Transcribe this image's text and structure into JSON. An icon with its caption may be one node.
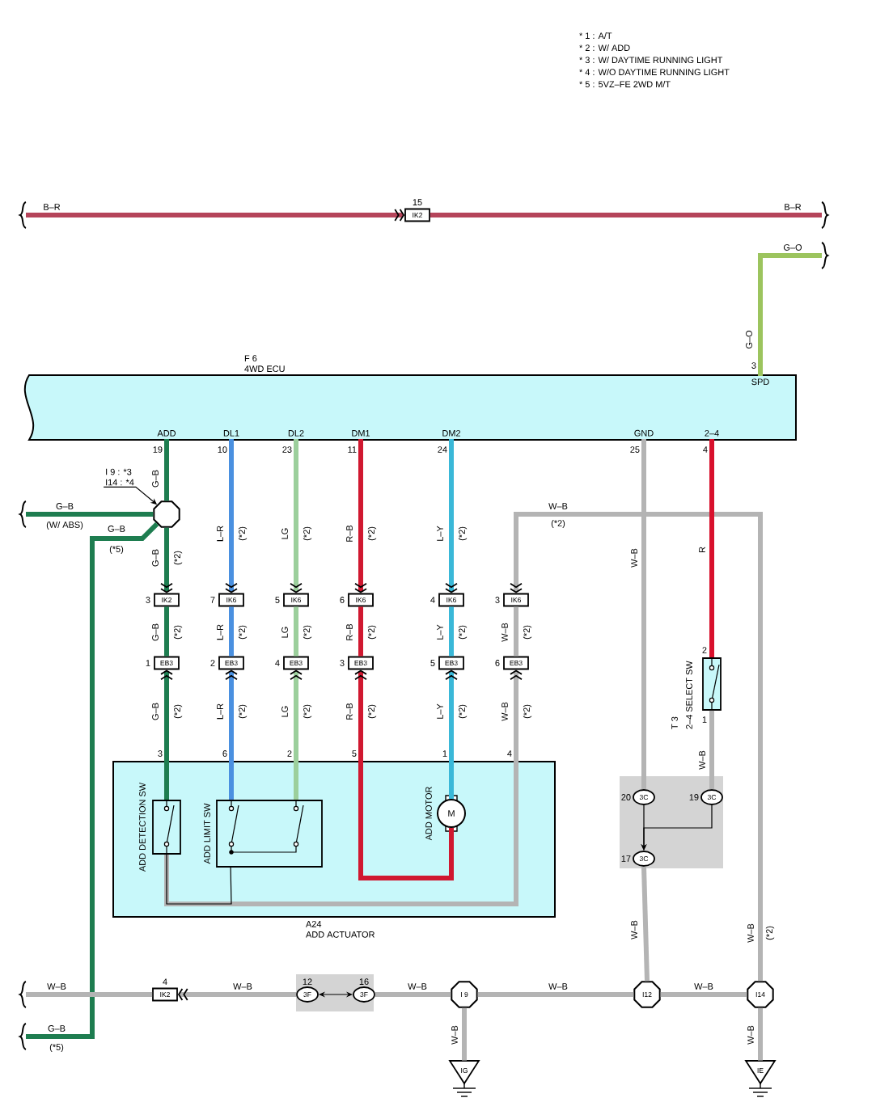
{
  "diagram": {
    "nodes": [
      {
        "text": [
          "F 6",
          "4WD ECU"
        ]
      },
      {
        "text": [
          "ADD"
        ],
        "beside": [
          "19"
        ],
        "in": 0
      },
      {
        "text": [
          "DL1"
        ],
        "beside": [
          "10"
        ],
        "in": 0
      },
      {
        "text": [
          "DL2"
        ],
        "beside": [
          "23"
        ],
        "in": 0
      },
      {
        "text": [
          "DM1"
        ],
        "beside": [
          "11"
        ],
        "in": 0
      },
      {
        "text": [
          "DM2"
        ],
        "beside": [
          "24"
        ],
        "in": 0
      },
      {
        "text": [
          "GND"
        ],
        "beside": [
          "25"
        ],
        "in": 0
      },
      {
        "text": [
          "2–4"
        ],
        "beside": [
          "4"
        ],
        "in": 0
      },
      {
        "text": [
          "SPD"
        ],
        "beside": [
          "3"
        ],
        "in": 0
      },
      {
        "text": [
          "IK2"
        ],
        "beside": [
          "15"
        ]
      },
      {
        "text": [
          "I 9 : *3",
          "I14 : *4"
        ]
      },
      {
        "text": [],
        "shape": "octagon"
      },
      {
        "text": [
          "IK2"
        ],
        "beside": [
          "3"
        ]
      },
      {
        "text": [
          "IK6"
        ],
        "beside": [
          "7"
        ]
      },
      {
        "text": [
          "IK6"
        ],
        "beside": [
          "5"
        ]
      },
      {
        "text": [
          "IK6"
        ],
        "beside": [
          "6"
        ]
      },
      {
        "text": [
          "IK6"
        ],
        "beside": [
          "4"
        ]
      },
      {
        "text": [
          "IK6"
        ],
        "beside": [
          "3"
        ]
      },
      {
        "text": [
          "EB3"
        ],
        "beside": [
          "1"
        ]
      },
      {
        "text": [
          "EB3"
        ],
        "beside": [
          "2"
        ]
      },
      {
        "text": [
          "EB3"
        ],
        "beside": [
          "4"
        ]
      },
      {
        "text": [
          "EB3"
        ],
        "beside": [
          "3"
        ]
      },
      {
        "text": [
          "EB3"
        ],
        "beside": [
          "5"
        ]
      },
      {
        "text": [
          "EB3"
        ],
        "beside": [
          "6"
        ]
      },
      {
        "text": [
          "T 3",
          "2–4 SELECT SW"
        ],
        "beside": [
          "2",
          "1"
        ]
      },
      {
        "text": [
          "A24",
          "ADD ACTUATOR"
        ],
        "beside": [
          "3",
          "6",
          "2",
          "5",
          "1",
          "4"
        ]
      },
      {
        "text": [
          "ADD DETECTION SW"
        ],
        "in": 25
      },
      {
        "text": [
          "ADD LIMIT SW"
        ],
        "in": 25
      },
      {
        "text": [
          "M"
        ],
        "beside": [
          "ADD MOTOR"
        ],
        "in": 25
      },
      {
        "text": [],
        "shape": "box"
      },
      {
        "text": [
          "3C"
        ],
        "beside": [
          "20"
        ],
        "in": 29
      },
      {
        "text": [
          "3C"
        ],
        "beside": [
          "19"
        ],
        "in": 29
      },
      {
        "text": [
          "3C"
        ],
        "beside": [
          "17"
        ],
        "in": 29
      },
      {
        "text": [
          "IK2"
        ],
        "beside": [
          "4"
        ]
      },
      {
        "text": [],
        "shape": "box"
      },
      {
        "text": [
          "3F"
        ],
        "beside": [
          "12"
        ],
        "in": 34
      },
      {
        "text": [
          "3F"
        ],
        "beside": [
          "16"
        ],
        "in": 34
      },
      {
        "text": [
          "I 9"
        ]
      },
      {
        "text": [
          "I12"
        ]
      },
      {
        "text": [
          "I14"
        ]
      },
      {
        "text": [
          "IG"
        ]
      },
      {
        "text": [
          "IE"
        ]
      }
    ],
    "edges": [
      {
        "from": null,
        "to": 9,
        "arrow": "to",
        "label": "B–R",
        "color": "#b5445a"
      },
      {
        "from": 9,
        "to": null,
        "arrow": "none",
        "label": "B–R",
        "color": "#b5445a"
      },
      {
        "from": 8,
        "to": null,
        "arrow": "none",
        "label": "G–O",
        "color": "#9cc45e"
      },
      {
        "from": 1,
        "to": 11,
        "arrow": "none",
        "label": "G–B",
        "color": "#1e7d50"
      },
      {
        "from": 10,
        "to": 11,
        "arrow": "to",
        "color": "#000000"
      },
      {
        "from": 11,
        "to": null,
        "arrow": "none",
        "label": "G–B",
        "color": "#1e7d50"
      },
      {
        "from": 11,
        "to": null,
        "arrow": "none",
        "label": "G–B",
        "color": "#1e7d50"
      },
      {
        "from": 11,
        "to": 12,
        "arrow": "to",
        "label": "G–B",
        "color": "#1e7d50"
      },
      {
        "from": 2,
        "to": 13,
        "arrow": "to",
        "label": "L–R",
        "color": "#4a90e0"
      },
      {
        "from": 3,
        "to": 14,
        "arrow": "to",
        "label": "LG",
        "color": "#9ccf9c"
      },
      {
        "from": 4,
        "to": 15,
        "arrow": "to",
        "label": "R–B",
        "color": "#d01830"
      },
      {
        "from": 5,
        "to": 16,
        "arrow": "to",
        "label": "L–Y",
        "color": "#3ab8d8"
      },
      {
        "from": 39,
        "to": 17,
        "arrow": "to",
        "label": "W–B"
      },
      {
        "from": 12,
        "to": 18,
        "arrow": "none",
        "label": "G–B",
        "color": "#1e7d50"
      },
      {
        "from": 13,
        "to": 19,
        "arrow": "none",
        "label": "L–R",
        "color": "#4a90e0"
      },
      {
        "from": 14,
        "to": 20,
        "arrow": "none",
        "label": "LG",
        "color": "#9ccf9c"
      },
      {
        "from": 15,
        "to": 21,
        "arrow": "none",
        "label": "R–B",
        "color": "#d01830"
      },
      {
        "from": 16,
        "to": 22,
        "arrow": "none",
        "label": "L–Y",
        "color": "#3ab8d8"
      },
      {
        "from": 17,
        "to": 23,
        "arrow": "none",
        "label": "W–B"
      },
      {
        "from": 26,
        "to": 18,
        "arrow": "to",
        "label": "G–B",
        "color": "#1e7d50"
      },
      {
        "from": 27,
        "to": 19,
        "arrow": "to",
        "label": "L–R",
        "color": "#4a90e0"
      },
      {
        "from": 27,
        "to": 20,
        "arrow": "to",
        "label": "LG",
        "color": "#9ccf9c"
      },
      {
        "from": 28,
        "to": 21,
        "arrow": "to",
        "label": "R–B",
        "color": "#d01830"
      },
      {
        "from": 28,
        "to": 22,
        "arrow": "to",
        "label": "L–Y",
        "color": "#3ab8d8"
      },
      {
        "from": 26,
        "to": 23,
        "arrow": "to",
        "label": "W–B"
      },
      {
        "from": 27,
        "to": 26,
        "arrow": "none",
        "color": "#000000"
      },
      {
        "from": 6,
        "to": 30,
        "arrow": "none",
        "label": "W–B"
      },
      {
        "from": 7,
        "to": 24,
        "arrow": "none",
        "label": "R",
        "color": "#d8102c"
      },
      {
        "from": 24,
        "to": 31,
        "arrow": "none",
        "label": "W–B"
      },
      {
        "from": 30,
        "to": 32,
        "arrow": "to",
        "color": "#000000"
      },
      {
        "from": 31,
        "to": 32,
        "arrow": "to",
        "color": "#000000"
      },
      {
        "from": 32,
        "to": 38,
        "arrow": "none",
        "label": "W–B"
      },
      {
        "from": null,
        "to": 33,
        "arrow": "none",
        "label": "W–B"
      },
      {
        "from": 35,
        "to": 33,
        "arrow": "to",
        "label": "W–B"
      },
      {
        "from": 35,
        "to": 36,
        "arrow": "both",
        "color": "#000000"
      },
      {
        "from": 36,
        "to": 37,
        "arrow": "none",
        "label": "W–B"
      },
      {
        "from": 37,
        "to": 38,
        "arrow": "none",
        "label": "W–B"
      },
      {
        "from": 38,
        "to": 39,
        "arrow": "none",
        "label": "W–B"
      },
      {
        "from": 37,
        "to": 40,
        "arrow": "none",
        "label": "W–B"
      },
      {
        "from": 39,
        "to": 41,
        "arrow": "none",
        "label": "W–B"
      }
    ],
    "labels": [
      "* 1 : A/T",
      "* 2 : W/ ADD",
      "* 3 : W/ DAYTIME RUNNING LIGHT",
      "* 4 : W/O DAYTIME RUNNING LIGHT",
      "* 5 : 5VZ–FE 2WD M/T",
      "G–O",
      "(W/ ABS)",
      "(*5)",
      "(*2)",
      "(*2)",
      "(*2)",
      "(*2)",
      "(*2)",
      "(*2)",
      "(*2)",
      "(*2)",
      "(*2)",
      "(*2)",
      "(*2)",
      "(*2)",
      "(*2)",
      "(*2)",
      "(*2)",
      "(*2)",
      "(*2)",
      "(*2)",
      "W–B",
      "(*2)",
      "G–B",
      "(*5)"
    ]
  }
}
